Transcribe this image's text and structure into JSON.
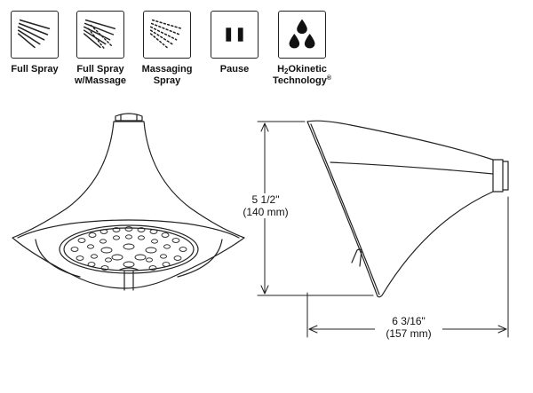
{
  "spray_modes": [
    {
      "label_line1": "Full Spray",
      "label_line2": "",
      "icon": "full-spray-icon"
    },
    {
      "label_line1": "Full Spray",
      "label_line2": "w/Massage",
      "icon": "full-spray-massage-icon"
    },
    {
      "label_line1": "Massaging",
      "label_line2": "Spray",
      "icon": "massaging-spray-icon"
    },
    {
      "label_line1": "Pause",
      "label_line2": "",
      "icon": "pause-icon"
    }
  ],
  "h2o": {
    "h": "H",
    "sub": "2",
    "rest": "Okinetic",
    "line2": "Technology",
    "mark": "®",
    "icon": "water-drops-icon"
  },
  "dimensions": {
    "height": {
      "imperial": "5 1/2\"",
      "metric": "(140 mm)"
    },
    "depth": {
      "imperial": "6 3/16\"",
      "metric": "(157 mm)"
    }
  },
  "colors": {
    "line": "#222222",
    "background": "#ffffff"
  }
}
